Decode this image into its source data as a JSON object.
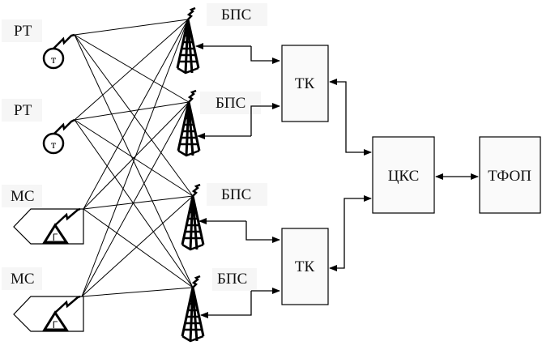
{
  "diagram": {
    "terminals": [
      {
        "id": "rt1",
        "label": "РТ",
        "type": "portable",
        "glyph": "т"
      },
      {
        "id": "rt2",
        "label": "РТ",
        "type": "portable",
        "glyph": "т"
      },
      {
        "id": "ms1",
        "label": "МС",
        "type": "vehicle",
        "glyph": "Г"
      },
      {
        "id": "ms2",
        "label": "МС",
        "type": "vehicle",
        "glyph": "Г"
      }
    ],
    "base_stations": [
      {
        "id": "bs1",
        "label": "БПС",
        "controller": "tk1"
      },
      {
        "id": "bs2",
        "label": "БПС",
        "controller": "tk1"
      },
      {
        "id": "bs3",
        "label": "БПС",
        "controller": "tk2"
      },
      {
        "id": "bs4",
        "label": "БПС",
        "controller": "tk2"
      }
    ],
    "controllers": [
      {
        "id": "tk1",
        "label": "ТК"
      },
      {
        "id": "tk2",
        "label": "ТК"
      }
    ],
    "switch": {
      "id": "cks",
      "label": "ЦКС"
    },
    "network": {
      "id": "tfop",
      "label": "ТФОП"
    },
    "radio_links": "every terminal connects to every base station",
    "wired_links": [
      [
        "bs1",
        "tk1"
      ],
      [
        "bs2",
        "tk1"
      ],
      [
        "bs3",
        "tk2"
      ],
      [
        "bs4",
        "tk2"
      ],
      [
        "tk1",
        "cks"
      ],
      [
        "tk2",
        "cks"
      ],
      [
        "cks",
        "tfop"
      ]
    ]
  }
}
